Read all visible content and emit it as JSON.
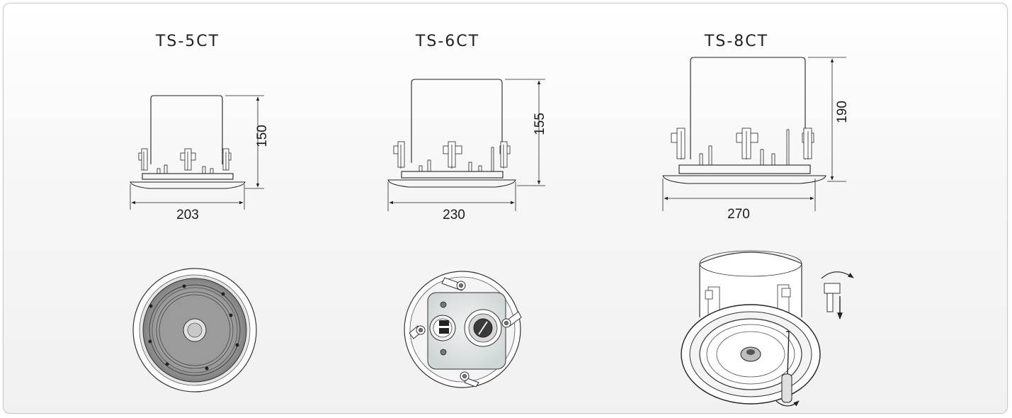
{
  "models": [
    {
      "name": "TS-5CT",
      "width": "203",
      "height": "150"
    },
    {
      "name": "TS-6CT",
      "width": "230",
      "height": "155"
    },
    {
      "name": "TS-8CT",
      "width": "270",
      "height": "190"
    }
  ]
}
